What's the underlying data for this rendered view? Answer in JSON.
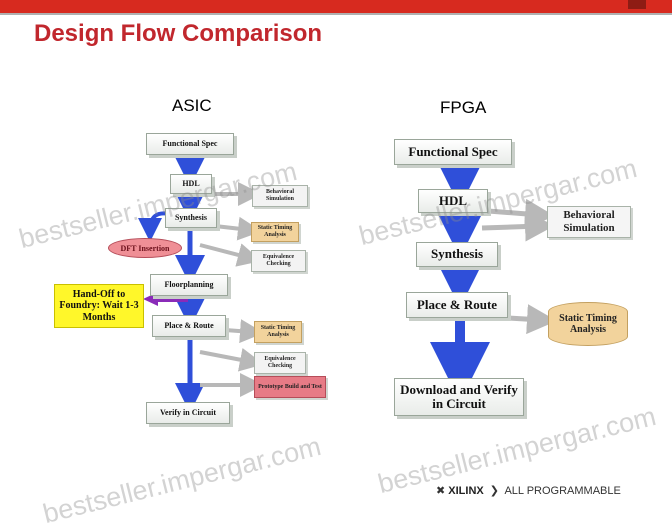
{
  "slide": {
    "title": "Design Flow Comparison"
  },
  "asic": {
    "heading": "ASIC",
    "steps": [
      "Functional Spec",
      "HDL",
      "Synthesis",
      "Floorplanning",
      "Place & Route",
      "Verify in Circuit"
    ],
    "side": {
      "behavioral": "Behavioral Simulation",
      "static1": "Static Timing Analysis",
      "equiv1": "Equivalence Checking",
      "static2": "Static Timing Analysis",
      "equiv2": "Equivalence Checking",
      "prototype": "Prototype Build and Test"
    },
    "dft": "DFT Insertion",
    "handoff": "Hand-Off to Foundry: Wait 1-3 Months"
  },
  "fpga": {
    "heading": "FPGA",
    "steps": [
      "Functional Spec",
      "HDL",
      "Synthesis",
      "Place & Route",
      "Download and Verify in Circuit"
    ],
    "side": {
      "behavioral": "Behavioral Simulation",
      "static": "Static Timing Analysis"
    }
  },
  "watermark": "bestseller.impergar.com",
  "footer": {
    "logo": "XILINX",
    "tagline": "ALL PROGRAMMABLE"
  },
  "colors": {
    "brand_red": "#c1272d",
    "top_bar": "#d72a1f",
    "flow_arrow": "#2f4fd9",
    "handoff_yellow": "#fff72a",
    "timing_tan": "#f2d39c",
    "dft_pink": "#ef8f96"
  }
}
